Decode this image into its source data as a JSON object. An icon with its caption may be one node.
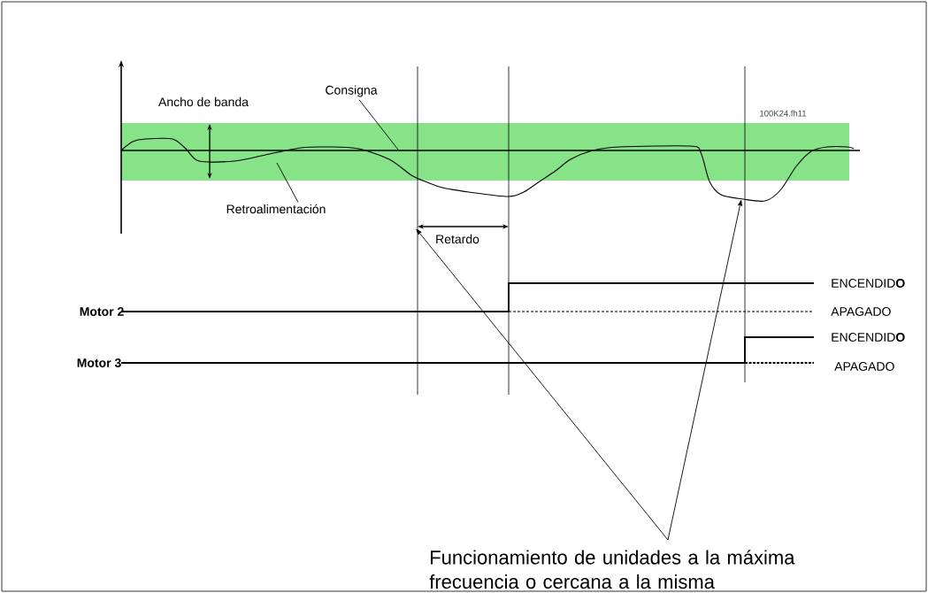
{
  "diagram": {
    "nodes": [
      {
        "text": [
          "Consigna"
        ]
      },
      {
        "text": [
          "Retroalimentación"
        ]
      },
      {
        "text": [
          "Funcionamiento de unidades a la máxima frecuencia o cercana a la misma"
        ]
      }
    ],
    "edges": [
      {
        "from": 0,
        "to": null,
        "arrow": "none"
      },
      {
        "from": 1,
        "to": null,
        "arrow": "none"
      },
      {
        "from": 2,
        "to": null,
        "arrow": "to"
      },
      {
        "from": 2,
        "to": null,
        "arrow": "to"
      }
    ],
    "labels": [
      "Ancho de banda",
      "100K24.fh11",
      "Retardo",
      "ENCENDID**O**",
      "Motor 2",
      "APAGADO",
      "ENCENDID**O**",
      "Motor 3",
      "APAGADO"
    ]
  }
}
